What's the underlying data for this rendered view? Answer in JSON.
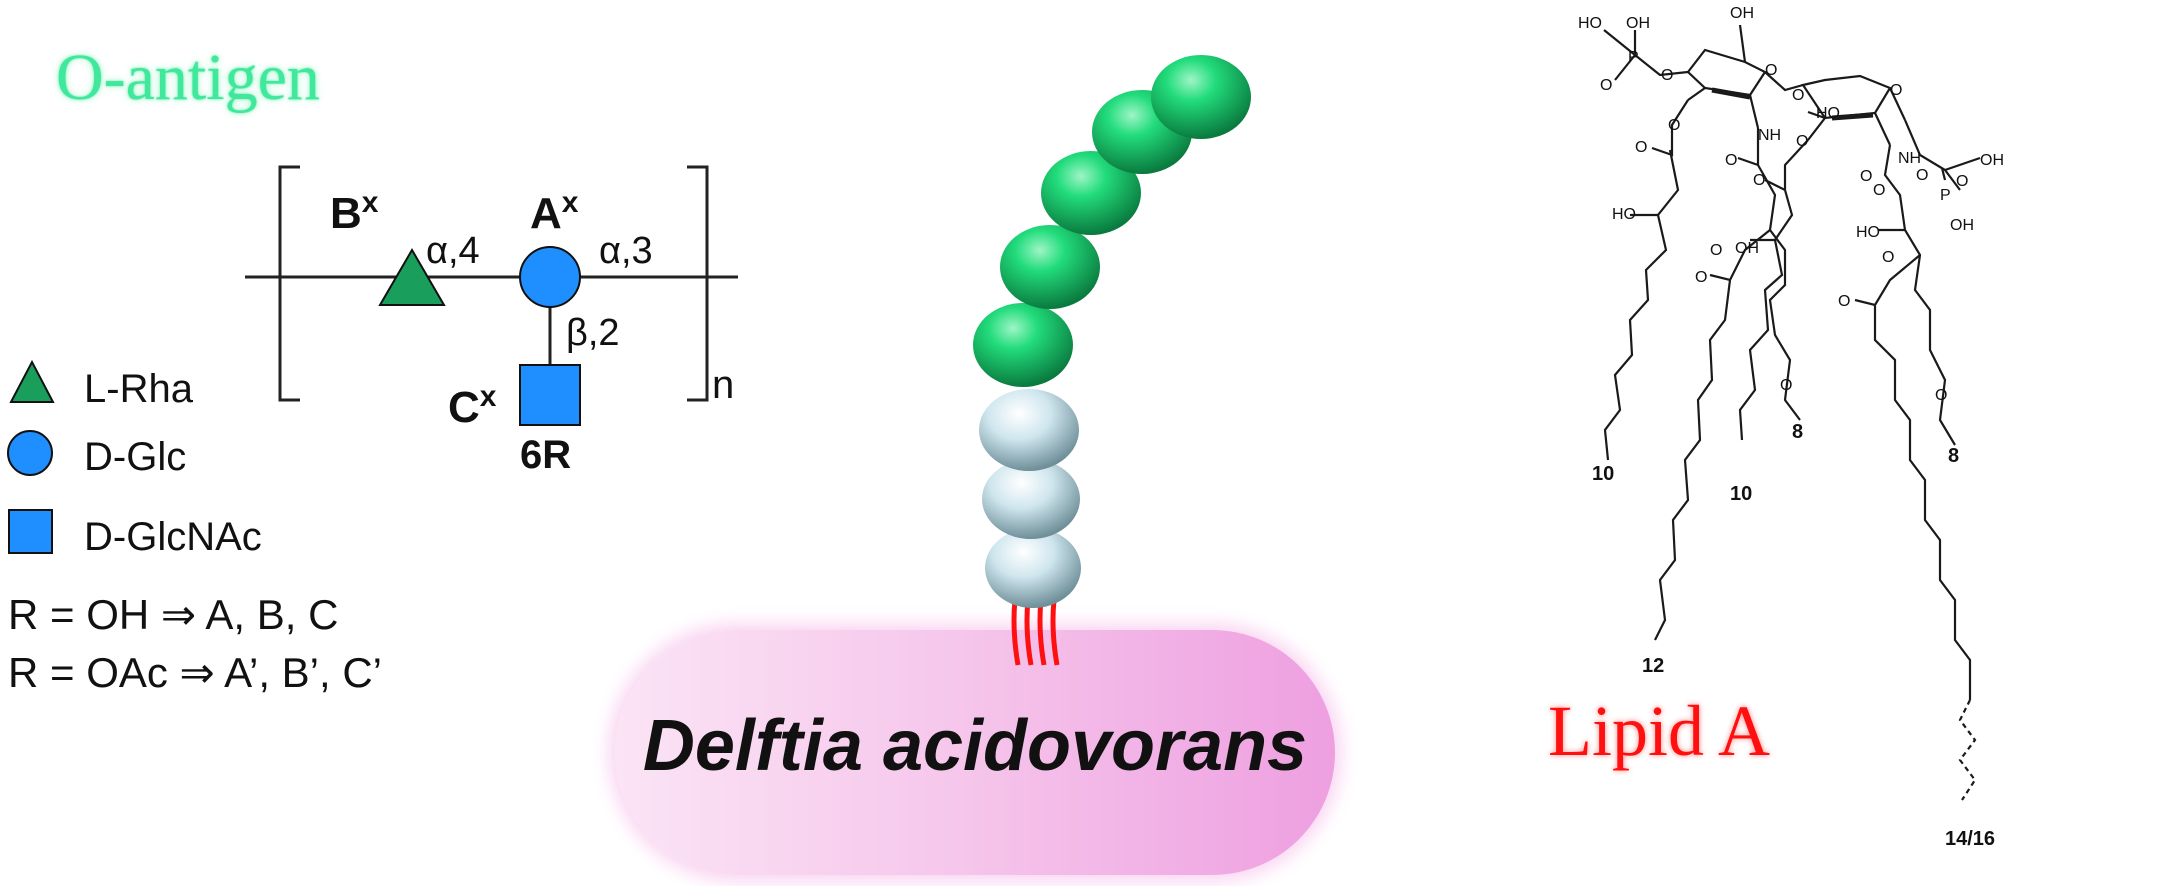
{
  "titles": {
    "o_antigen": "O-antigen",
    "lipid_a": "Lipid A",
    "organism": "Delftia acidovorans"
  },
  "repeat_unit": {
    "residue_b": "B",
    "residue_a": "A",
    "residue_c": "C",
    "superscript": "x",
    "link_ba": "α,4",
    "link_a_out": "α,3",
    "link_ca": "β,2",
    "c_substituent": "6R",
    "repeat": "n"
  },
  "legend": [
    {
      "shape": "triangle",
      "prefix": "L",
      "label": "-Rha",
      "color": "#1a9e5c"
    },
    {
      "shape": "circle",
      "prefix": "D",
      "label": "-Glc",
      "color": "#1f8fff"
    },
    {
      "shape": "square",
      "prefix": "D",
      "label": "-GlcNAc",
      "color": "#1f8fff"
    }
  ],
  "rules": [
    "R = OH ⇒ A, B, C",
    "R = OAc ⇒ A’, B’, C’"
  ],
  "lipid_structure": {
    "atoms": {
      "ho_p1a": "HO",
      "oh_p1": "OH",
      "p1": "P",
      "o_p1a": "O",
      "o_p1b": "O",
      "oh_top": "OH",
      "o_ring1": "O",
      "o_link": "O",
      "ho_ring2": "HO",
      "o_ring2": "O",
      "o_ring2b": "O",
      "nh1": "NH",
      "nh2": "NH",
      "o_p2a": "O",
      "p2": "P",
      "oh_p2a": "OH",
      "oh_p2b": "OH",
      "o_p2b": "O",
      "o_c1a": "O",
      "o_c1b": "O",
      "ho_c1": "HO",
      "o_c2a": "O",
      "o_c2b": "O",
      "oh_c2": "OH",
      "o_c3a": "O",
      "o_c3b": "O",
      "o_c4a": "O",
      "o_c4b": "O",
      "ho_c4": "HO",
      "o_c5a": "O",
      "o_c5b": "O",
      "o_c6a": "O",
      "o_c6b": "O"
    },
    "chain_lengths": [
      "10",
      "12",
      "8",
      "10",
      "8",
      "14/16"
    ]
  },
  "colors": {
    "green_bead": "#1fd67a",
    "blue_bead": "#cfe6ee",
    "lipid_anchor": "#ff1010",
    "o_antigen_title": "#3fe89a",
    "lipid_title": "#ff1010"
  }
}
